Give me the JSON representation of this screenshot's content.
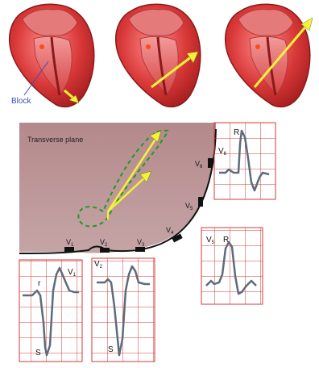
{
  "hearts": {
    "block_label": "Block"
  },
  "transverse_plane": {
    "title": "Transverse plane",
    "electrodes": [
      {
        "name": "V",
        "sub": "1"
      },
      {
        "name": "V",
        "sub": "2"
      },
      {
        "name": "V",
        "sub": "3"
      },
      {
        "name": "V",
        "sub": "4"
      },
      {
        "name": "V",
        "sub": "5"
      },
      {
        "name": "V",
        "sub": "6"
      }
    ]
  },
  "ecg_panels": {
    "v1": {
      "lead": "V",
      "sub": "1",
      "wave_r": "r",
      "wave_s": "S"
    },
    "v2": {
      "lead": "V",
      "sub": "2",
      "wave_s": "S"
    },
    "v5": {
      "lead": "V",
      "sub": "5",
      "wave_r": "R"
    },
    "v6": {
      "lead": "V",
      "sub": "6",
      "wave_r": "R"
    }
  },
  "colors": {
    "heart_outer": "#c42b2b",
    "heart_inner": "#e85a5a",
    "chest_fill": "#b99496",
    "vector_arrow": "#f2f23a",
    "loop_dash": "#1f9a24",
    "grid_line": "#d63a3a",
    "trace": "#5c6c7a"
  }
}
